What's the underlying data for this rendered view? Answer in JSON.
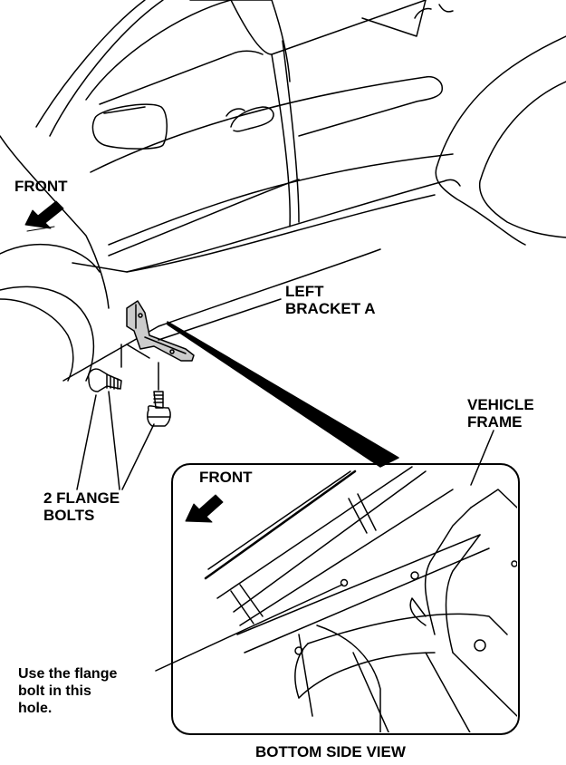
{
  "labels": {
    "front_main": "FRONT",
    "left_bracket": "LEFT\nBRACKET A",
    "vehicle_frame": "VEHICLE\nFRAME",
    "front_inset": "FRONT",
    "flange_bolts": "2 FLANGE\nBOLTS",
    "flange_note": "Use the flange\nbolt in this\nhole.",
    "bottom_view": "BOTTOM SIDE VIEW"
  },
  "icons": {
    "front_arrow_main": "arrow-down-left-icon",
    "front_arrow_inset": "arrow-down-left-icon"
  },
  "colors": {
    "line": "#000000",
    "background": "#ffffff",
    "bracket_fill": "#cccccc"
  }
}
